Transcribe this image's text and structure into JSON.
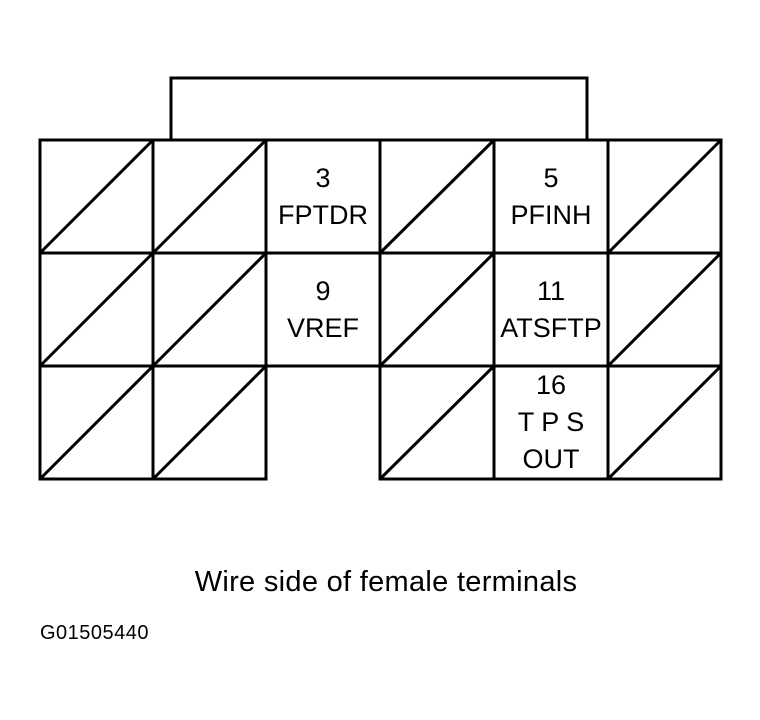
{
  "terminals": [
    {
      "number": "3",
      "lines": [
        "FPTDR"
      ]
    },
    {
      "number": "5",
      "lines": [
        "PFINH"
      ]
    },
    {
      "number": "9",
      "lines": [
        "VREF"
      ]
    },
    {
      "number": "11",
      "lines": [
        "ATSFTP"
      ]
    },
    {
      "number": "16",
      "lines": [
        "T P S",
        "OUT"
      ]
    }
  ],
  "caption": "Wire side of female terminals",
  "figure_id": "G01505440"
}
